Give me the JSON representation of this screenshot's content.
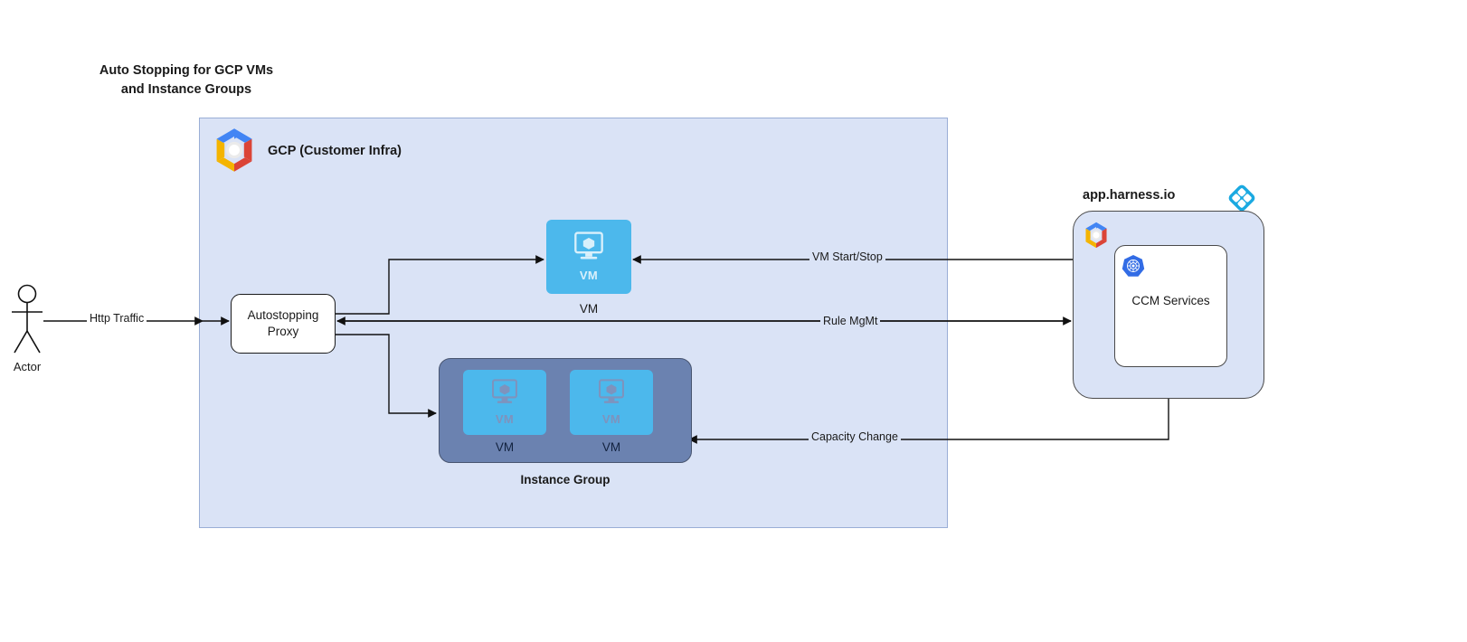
{
  "title": "Auto Stopping for GCP VMs\nand Instance Groups",
  "gcp": {
    "container_label": "GCP (Customer Infra)",
    "logo_icon": "gcp-hexagon-icon",
    "proxy": {
      "label": "Autostopping\nProxy"
    },
    "standalone_vm": {
      "icon": "vm-monitor-cube-icon",
      "inner_label": "VM",
      "caption": "VM"
    },
    "instance_group": {
      "caption": "Instance Group",
      "vms": [
        {
          "icon": "vm-monitor-cube-icon",
          "inner_label": "VM",
          "caption": "VM"
        },
        {
          "icon": "vm-monitor-cube-icon",
          "inner_label": "VM",
          "caption": "VM"
        }
      ]
    }
  },
  "harness": {
    "label": "app.harness.io",
    "logo_icon": "harness-diamond-icon",
    "gcp_logo_icon": "gcp-hexagon-icon",
    "ccm": {
      "icon": "kubernetes-helm-icon",
      "label": "CCM Services"
    }
  },
  "actor": {
    "icon": "stick-figure-icon",
    "label": "Actor"
  },
  "edges": [
    {
      "label": "Http Traffic"
    },
    {
      "label": "VM Start/Stop"
    },
    {
      "label": "Rule MgMt"
    },
    {
      "label": "Capacity Change"
    }
  ],
  "colors": {
    "gcp_container_fill": "#dae3f6",
    "gcp_container_border": "#9aaed6",
    "vm_tile": "#4cb8ec",
    "instance_group_fill": "#6b82b0",
    "harness_blue": "#1aa9e1",
    "kubernetes_blue": "#326ce5",
    "edge_stroke": "#111111"
  }
}
